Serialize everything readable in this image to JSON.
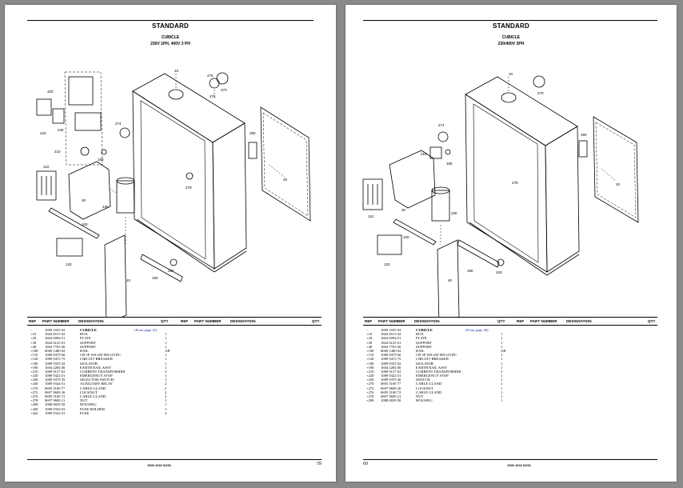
{
  "left_page": {
    "title": "STANDARD",
    "subtitle_1": "CUBICLE",
    "subtitle_2": "230V 1PH, 400V 3 PH",
    "table_headers": {
      "ref": "REF",
      "part_number": "PART NUMBER",
      "designation": "DESIGNATION",
      "qty": "QTY"
    },
    "header_row": {
      "ref": "-",
      "part_number": "1900 1035 02",
      "designation": "CUBICLE",
      "note": "(From page 41)"
    },
    "rows": [
      {
        "ref": "+10",
        "pn": "1604 6513 02",
        "des": "BOX",
        "qty": "1"
      },
      {
        "ref": "+20",
        "pn": "1604 6094 01",
        "des": "PLATE",
        "qty": "1"
      },
      {
        "ref": "+30",
        "pn": "1604 6125 01",
        "des": "SUPPORT",
        "qty": "1"
      },
      {
        "ref": "+40",
        "pn": "1604 7763 00",
        "des": "SUPPORT",
        "qty": "1"
      },
      {
        "ref": "+100",
        "pn": "0000 1400 02",
        "des": "RAIL",
        "qty": "AR"
      },
      {
        "ref": "+110",
        "pn": "1089 9479 60",
        "des": "CB 3P 160-250 MX12VDC",
        "qty": "1"
      },
      {
        "ref": "+120",
        "pn": "1089 9472 75",
        "des": "CIRCUIT BREAKER",
        "qty": "1"
      },
      {
        "ref": "+180",
        "pn": "1089 9335 02",
        "des": "ISOLATOR",
        "qty": "1"
      },
      {
        "ref": "+190",
        "pn": "1604 2284 00",
        "des": "EARTH RAIL ASSY",
        "qty": "1"
      },
      {
        "ref": "+210",
        "pn": "1089 9157 63",
        "des": "CURRENT TRANSFORMER",
        "qty": "3"
      },
      {
        "ref": "+220",
        "pn": "1089 9422 01",
        "des": "EMERGENCY STOP",
        "qty": "1"
      },
      {
        "ref": "+230",
        "pn": "1089 9379 35",
        "des": "SELECTOR SWITCH",
        "qty": "1"
      },
      {
        "ref": "+240",
        "pn": "1089 9344 01",
        "des": "AUXILIARY RELAY",
        "qty": "2"
      },
      {
        "ref": "+270",
        "pn": "0695 5100 77",
        "des": "CABLE GLAND",
        "qty": "2"
      },
      {
        "ref": "+272",
        "pn": "0697 9609 26",
        "des": "LOCKNUT",
        "qty": "2"
      },
      {
        "ref": "+276",
        "pn": "0695 5100 72",
        "des": "CABLE GLAND",
        "qty": "2"
      },
      {
        "ref": "+278",
        "pn": "0697 9609 21",
        "des": "NUT",
        "qty": "1"
      },
      {
        "ref": "+290",
        "pn": "1088 0029 50",
        "des": "HOUSING",
        "qty": "1"
      },
      {
        "ref": "+420",
        "pn": "1089 9333 03",
        "des": "FUSE HOLDER",
        "qty": "1"
      },
      {
        "ref": "+422",
        "pn": "1089 9332 01",
        "des": "FUSE",
        "qty": "3"
      }
    ],
    "footer_code": "1900 1022 02/01",
    "page_number": "59"
  },
  "right_page": {
    "title": "STANDARD",
    "subtitle_1": "CUBICLE",
    "subtitle_2": "230/400V 3PH",
    "table_headers": {
      "ref": "REF",
      "part_number": "PART NUMBER",
      "designation": "DESIGNATION",
      "qty": "QTY"
    },
    "header_row": {
      "ref": "-",
      "part_number": "1900 1035 03",
      "designation": "CUBICLE",
      "note": "(From page 40)"
    },
    "rows": [
      {
        "ref": "+10",
        "pn": "1604 6513 02",
        "des": "BOX",
        "qty": "1"
      },
      {
        "ref": "+20",
        "pn": "1604 6094 01",
        "des": "PLATE",
        "qty": "1"
      },
      {
        "ref": "+30",
        "pn": "1604 6125 01",
        "des": "SUPPORT",
        "qty": "1"
      },
      {
        "ref": "+40",
        "pn": "1604 7763 00",
        "des": "SUPPORT",
        "qty": "1"
      },
      {
        "ref": "+100",
        "pn": "0000 1400 02",
        "des": "RAIL",
        "qty": "AR"
      },
      {
        "ref": "+110",
        "pn": "1089 9479 60",
        "des": "CB 3P 160-250 MX12VDC",
        "qty": "1"
      },
      {
        "ref": "+120",
        "pn": "1089 9472 75",
        "des": "CIRCUIT BREAKER",
        "qty": "1"
      },
      {
        "ref": "+180",
        "pn": "1089 9335 02",
        "des": "ISOLATOR",
        "qty": "1"
      },
      {
        "ref": "+190",
        "pn": "1604 2284 00",
        "des": "EARTH RAIL ASSY",
        "qty": "1"
      },
      {
        "ref": "+210",
        "pn": "1089 9157 63",
        "des": "CURRENT TRANSFORMER",
        "qty": "3"
      },
      {
        "ref": "+220",
        "pn": "1089 9422 01",
        "des": "EMERGENCY STOP",
        "qty": "1"
      },
      {
        "ref": "+230",
        "pn": "1089 9379 36",
        "des": "SWITCH",
        "qty": "1"
      },
      {
        "ref": "+270",
        "pn": "0695 5100 77",
        "des": "CABLE GLAND",
        "qty": "1"
      },
      {
        "ref": "+272",
        "pn": "0697 9609 26",
        "des": "LOCKNUT",
        "qty": "1"
      },
      {
        "ref": "+276",
        "pn": "0695 5100 72",
        "des": "CABLE GLAND",
        "qty": "1"
      },
      {
        "ref": "+278",
        "pn": "0697 9609 21",
        "des": "NUT",
        "qty": "1"
      },
      {
        "ref": "+290",
        "pn": "1088 0029 50",
        "des": "HOUSING",
        "qty": "1"
      }
    ],
    "footer_code": "1900 1022 02/01",
    "page_number": "60"
  },
  "diagram_callouts_left": [
    "420",
    "422",
    "240",
    "10",
    "276",
    "272",
    "270",
    "274",
    "210",
    "180",
    "290",
    "110",
    "30",
    "230",
    "20",
    "278",
    "220",
    "100",
    "40",
    "190",
    "120"
  ],
  "diagram_callouts_right": [
    "10",
    "270",
    "274",
    "210",
    "180",
    "290",
    "110",
    "30",
    "230",
    "20",
    "220",
    "100",
    "40",
    "190",
    "120",
    "278"
  ],
  "colors": {
    "note": "#2033a8",
    "background": "#8a8a8a",
    "page": "#ffffff"
  }
}
